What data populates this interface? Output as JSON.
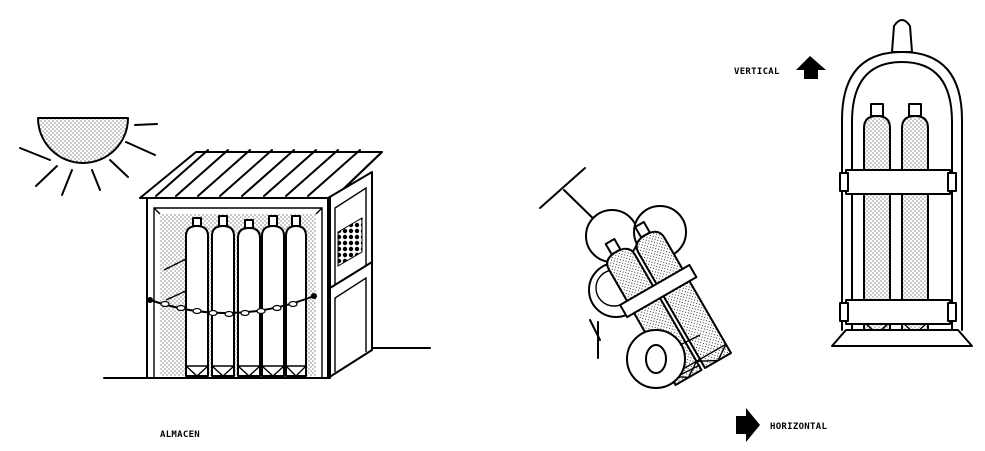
{
  "labels": {
    "storage": "ALMACEN",
    "vertical": "VERTICAL",
    "horizontal": "HORIZONTAL"
  },
  "icons": {
    "sun": "sun-icon",
    "up_arrow": "arrow-up-icon",
    "right_arrow": "arrow-right-icon"
  },
  "colors": {
    "ink": "#000000",
    "paper": "#ffffff"
  }
}
